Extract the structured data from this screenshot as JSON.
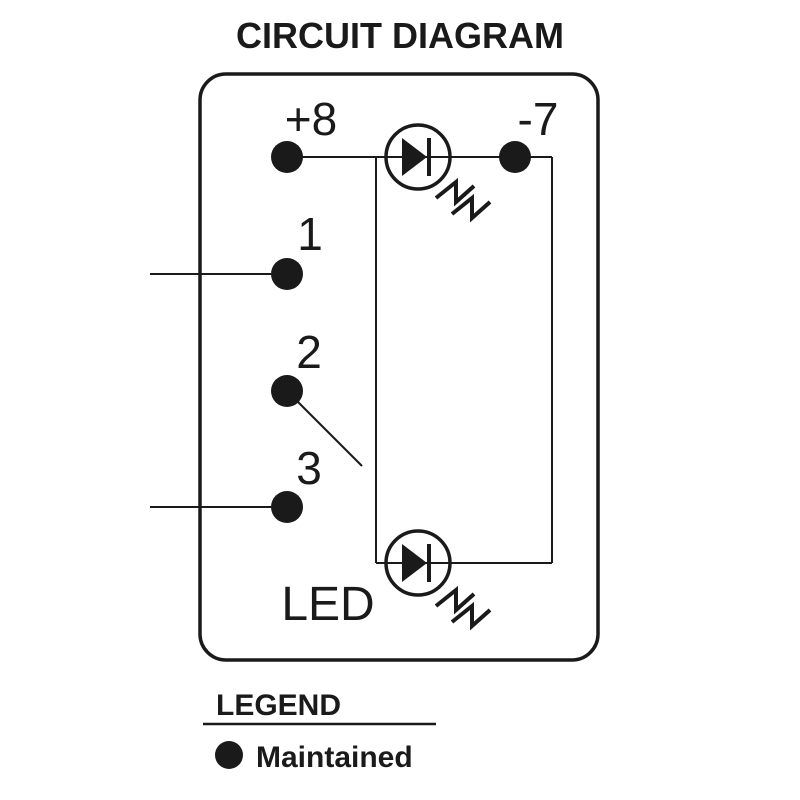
{
  "diagram": {
    "title": "CIRCUIT DIAGRAM",
    "terminals": {
      "plus8": "+8",
      "minus7": "-7",
      "t1": "1",
      "t2": "2",
      "t3": "3"
    },
    "led_label": "LED"
  },
  "legend": {
    "heading": "LEGEND",
    "items": [
      {
        "symbol": "filled-dot",
        "label": "Maintained"
      }
    ]
  },
  "colors": {
    "ink": "#1a1a1a",
    "background": "#ffffff"
  }
}
